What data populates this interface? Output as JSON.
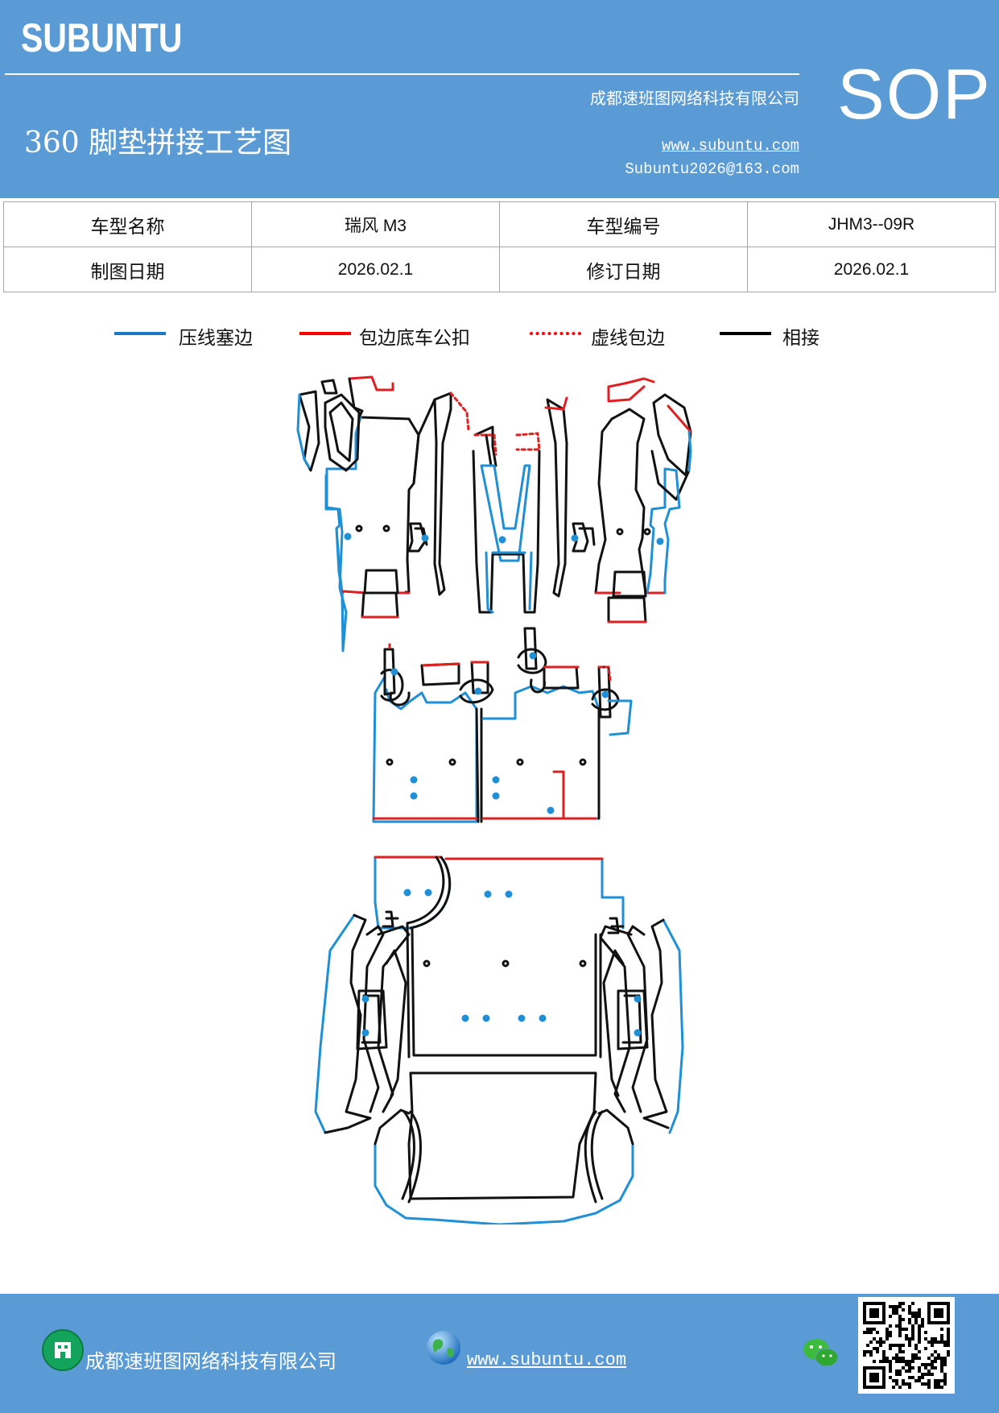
{
  "header": {
    "brand": "SUBUNTU",
    "company": "成都速班图网络科技有限公司",
    "title": "360 脚垫拼接工艺图",
    "website": "www.subuntu.com",
    "email": "Subuntu2026@163.com",
    "sop": "SOP",
    "background_color": "#5b9bd5"
  },
  "info_table": {
    "rows": [
      [
        "车型名称",
        "瑞风 M3",
        "车型编号",
        "JHM3--09R"
      ],
      [
        "制图日期",
        "2026.02.1",
        "修订日期",
        "2026.02.1"
      ]
    ]
  },
  "legend": {
    "items": [
      {
        "label": "压线塞边",
        "style": "solid",
        "color": "#1f77c8"
      },
      {
        "label": "包边底车公扣",
        "style": "solid",
        "color": "#ff0000"
      },
      {
        "label": "虚线包边",
        "style": "dotted",
        "color": "#ff0000"
      },
      {
        "label": "相接",
        "style": "solid",
        "color": "#000000"
      }
    ]
  },
  "diagram": {
    "line_colors": {
      "press": "#1f8fd6",
      "wrap": "#e02020",
      "join": "#111111"
    }
  },
  "footer": {
    "company": "成都速班图网络科技有限公司",
    "website": "www.subuntu.com",
    "icons": [
      "building-icon",
      "globe-icon",
      "wechat-icon",
      "qr-code"
    ]
  }
}
